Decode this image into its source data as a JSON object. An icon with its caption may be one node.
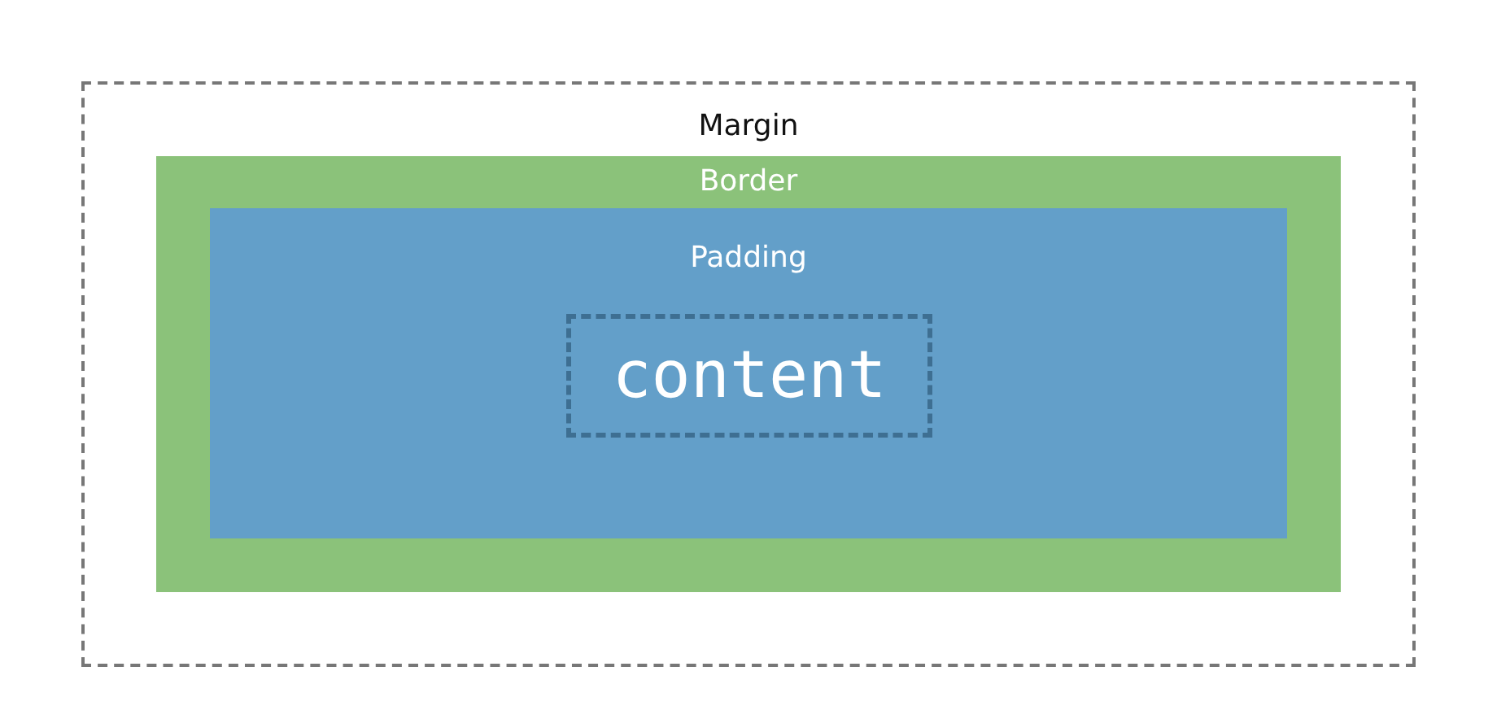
{
  "diagram": {
    "nodes": [
      {
        "text": [
          "Margin"
        ]
      },
      {
        "text": [
          "Border"
        ],
        "in": 0
      },
      {
        "text": [
          "Padding"
        ],
        "in": 1
      },
      {
        "text": [
          "content"
        ],
        "in": 2
      }
    ]
  }
}
